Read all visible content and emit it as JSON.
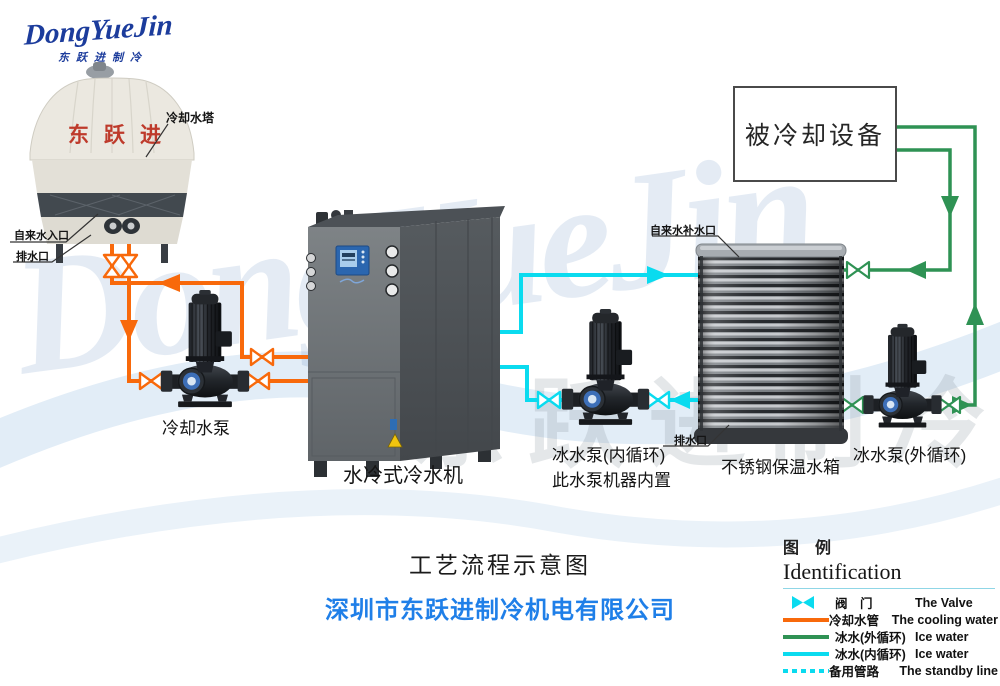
{
  "logo": {
    "script": "DongYueJin",
    "sub": "东跃进制冷"
  },
  "watermark": {
    "script": "DongYueJin",
    "cn": "东跃进制冷"
  },
  "colors": {
    "orange": "#F8690B",
    "cyan": "#0ADBEF",
    "green": "#2F9254",
    "company_blue": "#1F7FE8",
    "logo_navy": "#1C3C9C",
    "tower_red": "#BE3A2B"
  },
  "equipment": {
    "cooling_tower": {
      "label": "冷却水塔",
      "brand": "东跃进",
      "tap_inlet_label": "自来水入口",
      "drain_label": "排水口"
    },
    "cooling_pump": {
      "label": "冷却水泵"
    },
    "chiller": {
      "label": "水冷式冷水机"
    },
    "internal_pump": {
      "label": "冰水泵(内循环)",
      "note": "此水泵机器内置"
    },
    "tank": {
      "label": "不锈钢保温水箱",
      "refill_label": "自来水补水口",
      "drain_label": "排水口"
    },
    "external_pump": {
      "label": "冰水泵(外循环)"
    },
    "cooled_device": {
      "label": "被冷却设备"
    }
  },
  "titles": {
    "diagram": "工艺流程示意图",
    "company": "深圳市东跃进制冷机电有限公司"
  },
  "legend": {
    "title_cn": "图 例",
    "title_en": "Identification",
    "rows": [
      {
        "cn": "阀　门",
        "en": "The Valve",
        "type": "valve"
      },
      {
        "cn": "冷却水管",
        "en": "The cooling water",
        "type": "orange-line"
      },
      {
        "cn": "冰水(外循环)",
        "en": "Ice water",
        "type": "green-line"
      },
      {
        "cn": "冰水(内循环)",
        "en": "Ice water",
        "type": "cyan-line"
      },
      {
        "cn": "备用管路",
        "en": "The standby line",
        "type": "dashed-line"
      }
    ]
  }
}
